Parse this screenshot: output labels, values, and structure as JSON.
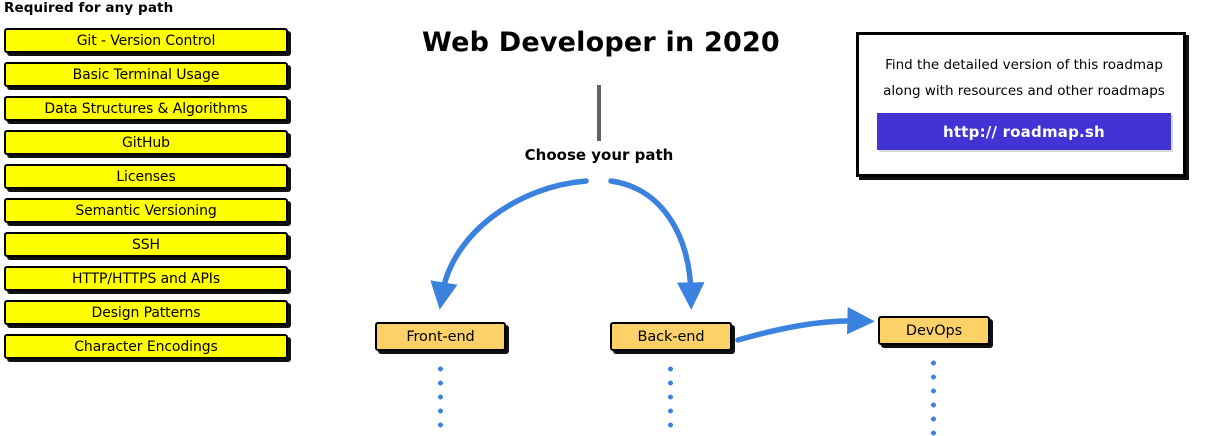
{
  "title": "Web Developer in 2020",
  "colors": {
    "required_box_fill": "#FFFF00",
    "path_box_fill": "#FBD168",
    "arrow_blue": "#3B82DE",
    "link_button_bg": "#4233D4",
    "stem_grey": "#636363",
    "outline": "#000000"
  },
  "required_section": {
    "heading": "Required for any path",
    "items": [
      {
        "label": "Git - Version Control"
      },
      {
        "label": "Basic Terminal Usage"
      },
      {
        "label": "Data Structures & Algorithms"
      },
      {
        "label": "GitHub"
      },
      {
        "label": "Licenses"
      },
      {
        "label": "Semantic Versioning"
      },
      {
        "label": "SSH"
      },
      {
        "label": "HTTP/HTTPS and APIs"
      },
      {
        "label": "Design Patterns"
      },
      {
        "label": "Character Encodings"
      }
    ]
  },
  "center": {
    "choose_path_label": "Choose your path",
    "paths": [
      {
        "label": "Front-end"
      },
      {
        "label": "Back-end"
      },
      {
        "label": "DevOps"
      }
    ]
  },
  "info_box": {
    "line_1": "Find the detailed version of this roadmap",
    "line_2": "along with resources and other roadmaps",
    "link_label": "http:// roadmap.sh"
  }
}
